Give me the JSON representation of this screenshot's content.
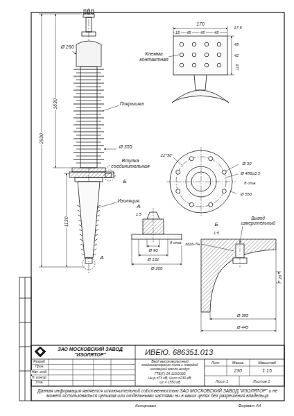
{
  "diagram": {
    "labels": [
      "Ø 260",
      "2830",
      "1630",
      "Покрышка",
      "Ø 355",
      "Втулка соединительная",
      "Б",
      "Изоляция",
      "1130",
      "А",
      "170",
      "17.5",
      "15",
      "45",
      "45",
      "45",
      "Клемма контактная",
      "45",
      "42",
      "110",
      "22°30'",
      "Ø 30",
      "Ø 486±0.5",
      "8 отв.",
      "Ø 550",
      "А",
      "1:5",
      "Ø 90",
      "Ø 132",
      "Ø 200",
      "8 отв.",
      "M16-7H",
      "Вывод измерительный",
      "Б",
      "1:5",
      "20",
      "Ø 385",
      "Ø 445",
      "ЗАО МОСКОВСКИЙ ЗАВОД",
      "\"ИЗОЛЯТОР\"",
      "ИВЕЮ. 686351.013",
      "Разраб.",
      "Пров.",
      "Нач. отд.",
      "Н. контр.",
      "Утв.",
      "Ввод высоковольтный конденсаторного типа с твердой изоляцией масло-воздух",
      "ГТБ(Г)-15-110/2000",
      "Uн.р.=73 кВ; Uисп.=230 кВ;",
      "Uг = 1550 кВ",
      "Лит.",
      "Масса",
      "Масштаб",
      "230",
      "1:15",
      "Лист 1",
      "Листов 1",
      "Данная информация является исключительной собственностью ЗАО МОСКОВСКИЙ ЗАВОД \"ИЗОЛЯТОР\" и не может использоваться целиком или отдельными частями ни в каких целях без разрешения владельца",
      "Копировал",
      "Формат А4"
    ]
  }
}
